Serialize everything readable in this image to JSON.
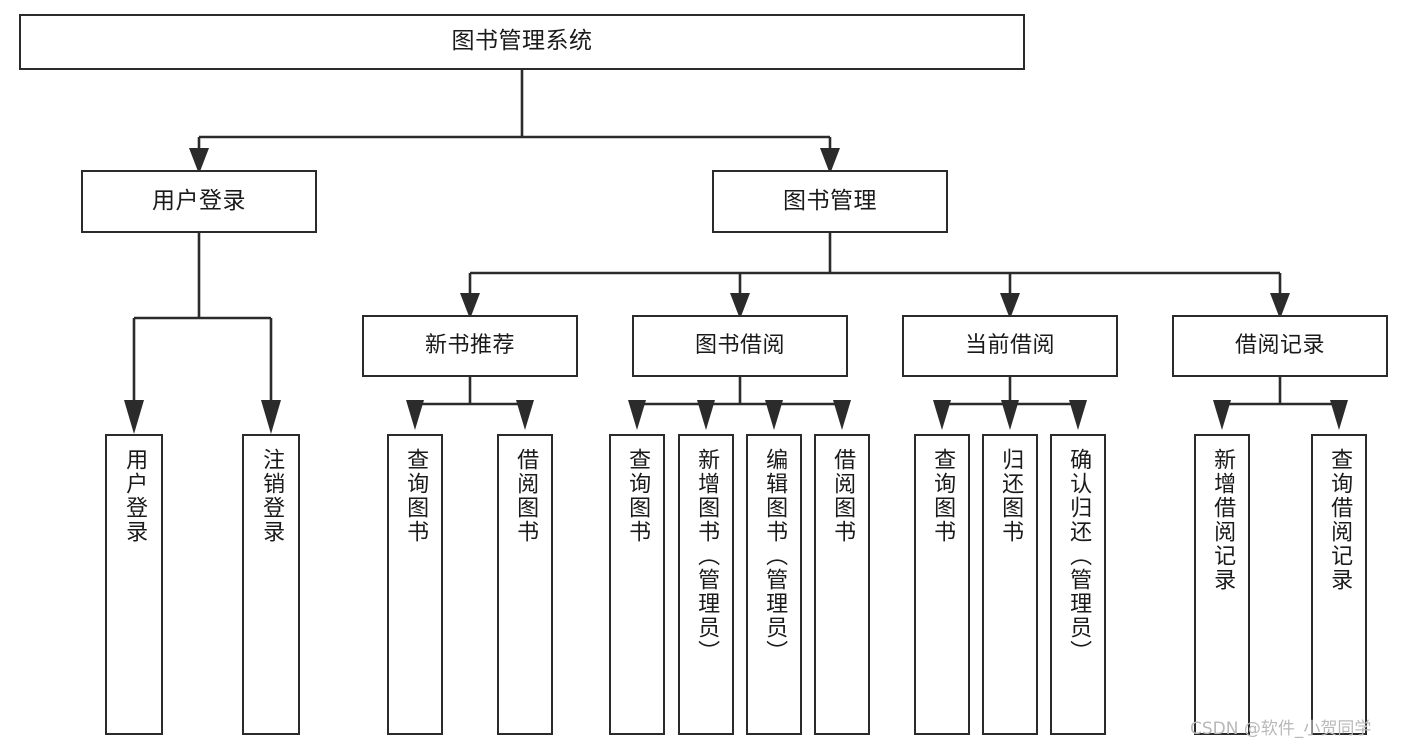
{
  "diagram": {
    "title": "图书管理系统",
    "watermark": "CSDN @软件_小贺同学",
    "colors": {
      "stroke": "#2b2b2b",
      "fill": "#ffffff",
      "text": "#1a1a1a",
      "watermark": "#b9b9b9"
    },
    "nodes": {
      "root": {
        "label": "图书管理系统"
      },
      "level2": [
        {
          "id": "user-login",
          "label": "用户登录"
        },
        {
          "id": "book-management",
          "label": "图书管理"
        }
      ],
      "level3": [
        {
          "id": "new-book-recommend",
          "label": "新书推荐"
        },
        {
          "id": "book-borrow",
          "label": "图书借阅"
        },
        {
          "id": "current-borrow",
          "label": "当前借阅"
        },
        {
          "id": "borrow-record",
          "label": "借阅记录"
        }
      ],
      "leaves": {
        "user-login": [
          {
            "id": "leaf-user-login",
            "label": "用户登录"
          },
          {
            "id": "leaf-logout-login",
            "label": "注销登录"
          }
        ],
        "new-book-recommend": [
          {
            "id": "leaf-query-book-1",
            "label": "查询图书"
          },
          {
            "id": "leaf-borrow-book-1",
            "label": "借阅图书"
          }
        ],
        "book-borrow": [
          {
            "id": "leaf-query-book-2",
            "label": "查询图书"
          },
          {
            "id": "leaf-add-book",
            "label": "新增图书（管理员）"
          },
          {
            "id": "leaf-edit-book",
            "label": "编辑图书（管理员）"
          },
          {
            "id": "leaf-borrow-book-2",
            "label": "借阅图书"
          }
        ],
        "current-borrow": [
          {
            "id": "leaf-query-book-3",
            "label": "查询图书"
          },
          {
            "id": "leaf-return-book",
            "label": "归还图书"
          },
          {
            "id": "leaf-confirm-return",
            "label": "确认归还（管理员）"
          }
        ],
        "borrow-record": [
          {
            "id": "leaf-add-borrow-record",
            "label": "新增借阅记录"
          },
          {
            "id": "leaf-query-borrow-record",
            "label": "查询借阅记录"
          }
        ]
      }
    }
  }
}
